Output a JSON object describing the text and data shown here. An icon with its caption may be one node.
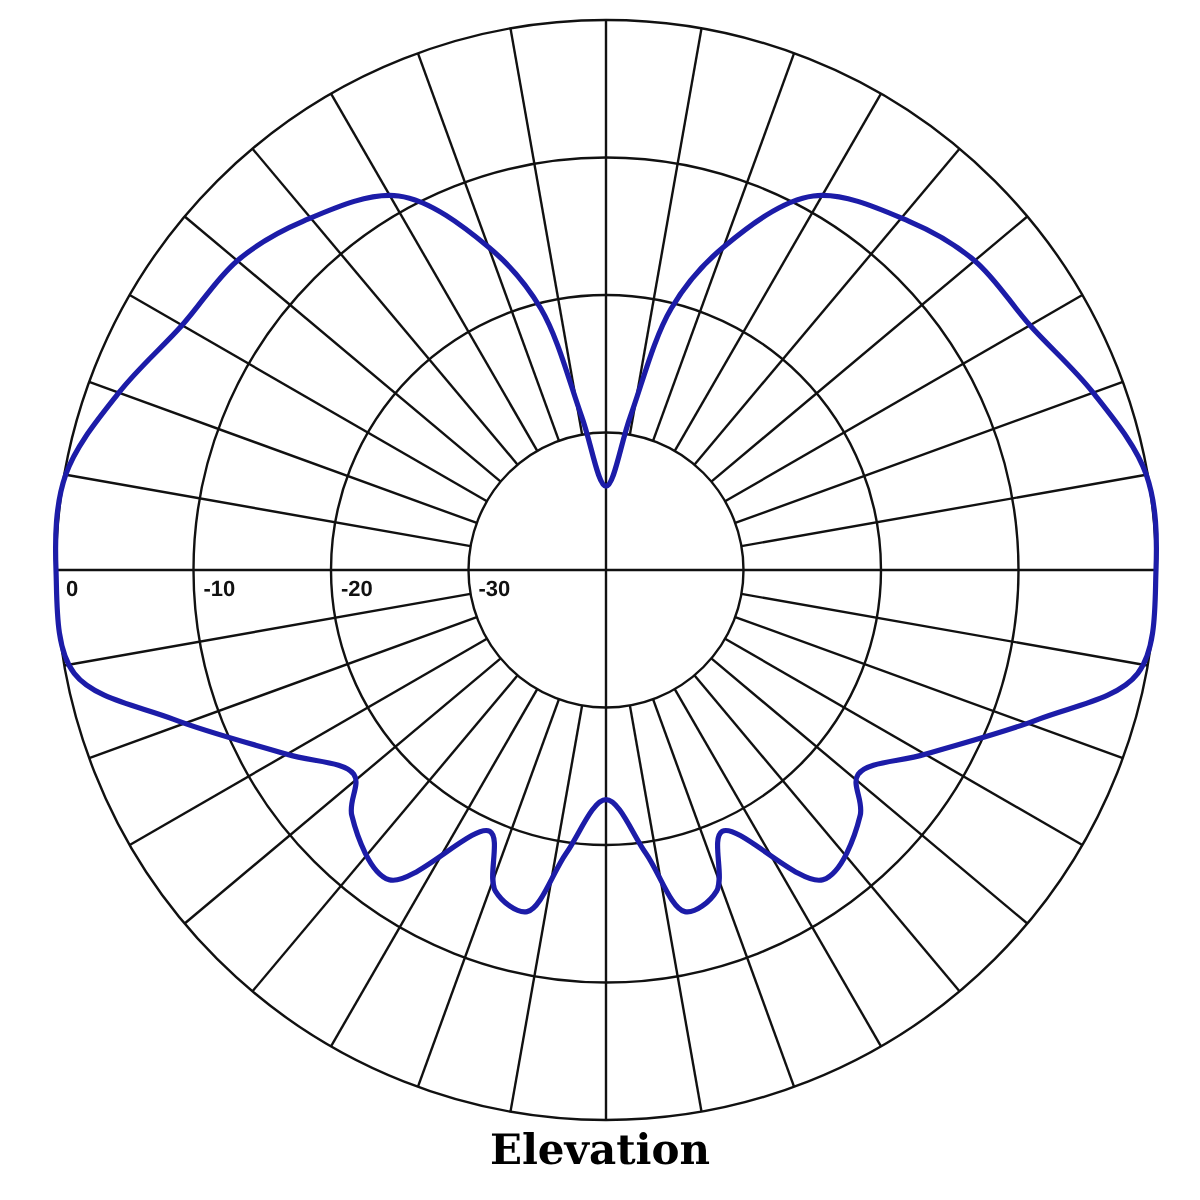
{
  "diagram": {
    "caption": "Elevation",
    "labels": [
      "0",
      "-10",
      "-20",
      "-30"
    ]
  }
}
